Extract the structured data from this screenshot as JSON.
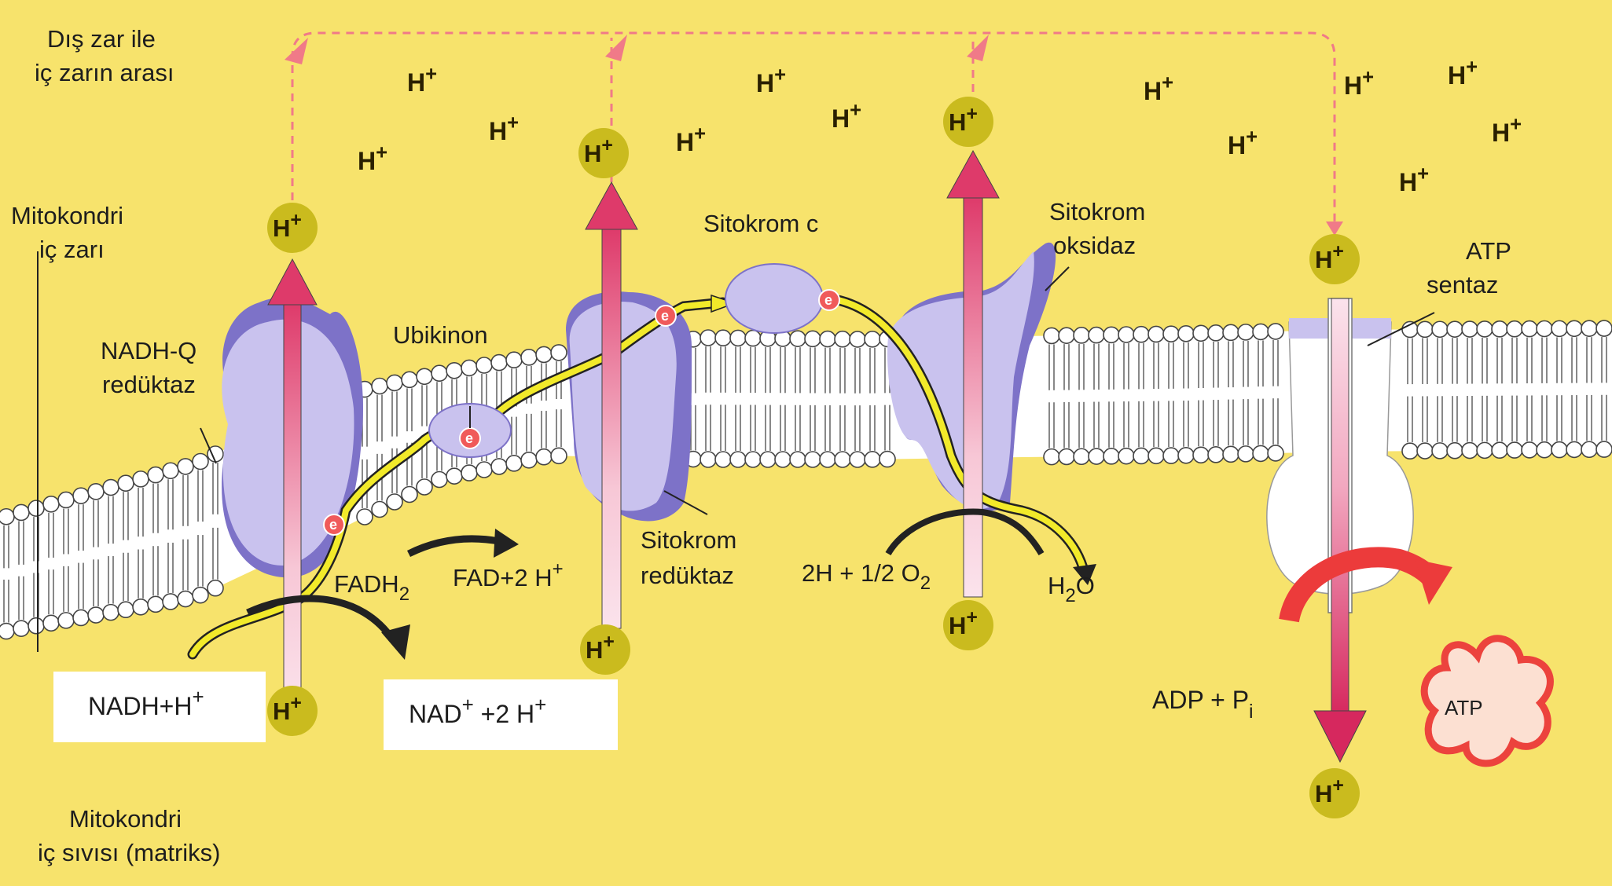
{
  "labels": {
    "intermembrane_1": "Dış zar ile",
    "intermembrane_2": "iç zarın arası",
    "inner_membrane_1": "Mitokondri",
    "inner_membrane_2": "iç zarı",
    "matrix_1": "Mitokondri",
    "matrix_2": "iç sıvısı (matriks)",
    "nadhq_1": "NADH-Q",
    "nadhq_2": "redüktaz",
    "ubiquinone": "Ubikinon",
    "cytc": "Sitokrom c",
    "cytox_1": "Sitokrom",
    "cytox_2": "oksidaz",
    "atp_synthase_1": "ATP",
    "atp_synthase_2": "sentaz",
    "cytred_1": "Sitokrom",
    "cytred_2": "redüktaz",
    "fadh2_main": "FADH",
    "fadh2_sub": "2",
    "fad_main": "FAD+2 H",
    "fad_sup": "+",
    "oxygen_main": "2H + 1/2 O",
    "oxygen_sub": "2",
    "water_h": "H",
    "water_sub": "2",
    "water_o": "O",
    "nadh_main": "NADH+H",
    "nadh_sup": "+",
    "nad_main": "NAD",
    "nad_sup": "+",
    "nad_rest": " +2 H",
    "nad_sup2": "+",
    "adp_main": "ADP + P",
    "adp_sub": "i",
    "atp": "ATP",
    "proton_h": "H",
    "proton_plus": "+",
    "electron": "e"
  },
  "colors": {
    "background": "#f7e36c",
    "protein": "#c9c2ee",
    "protein_dark": "#7d72c8",
    "proton_arrow": "#de3a6a",
    "electron_path": "#f2ea2a",
    "proton_circle": "#cabb1e",
    "atp_outline": "#ec3b3b"
  }
}
